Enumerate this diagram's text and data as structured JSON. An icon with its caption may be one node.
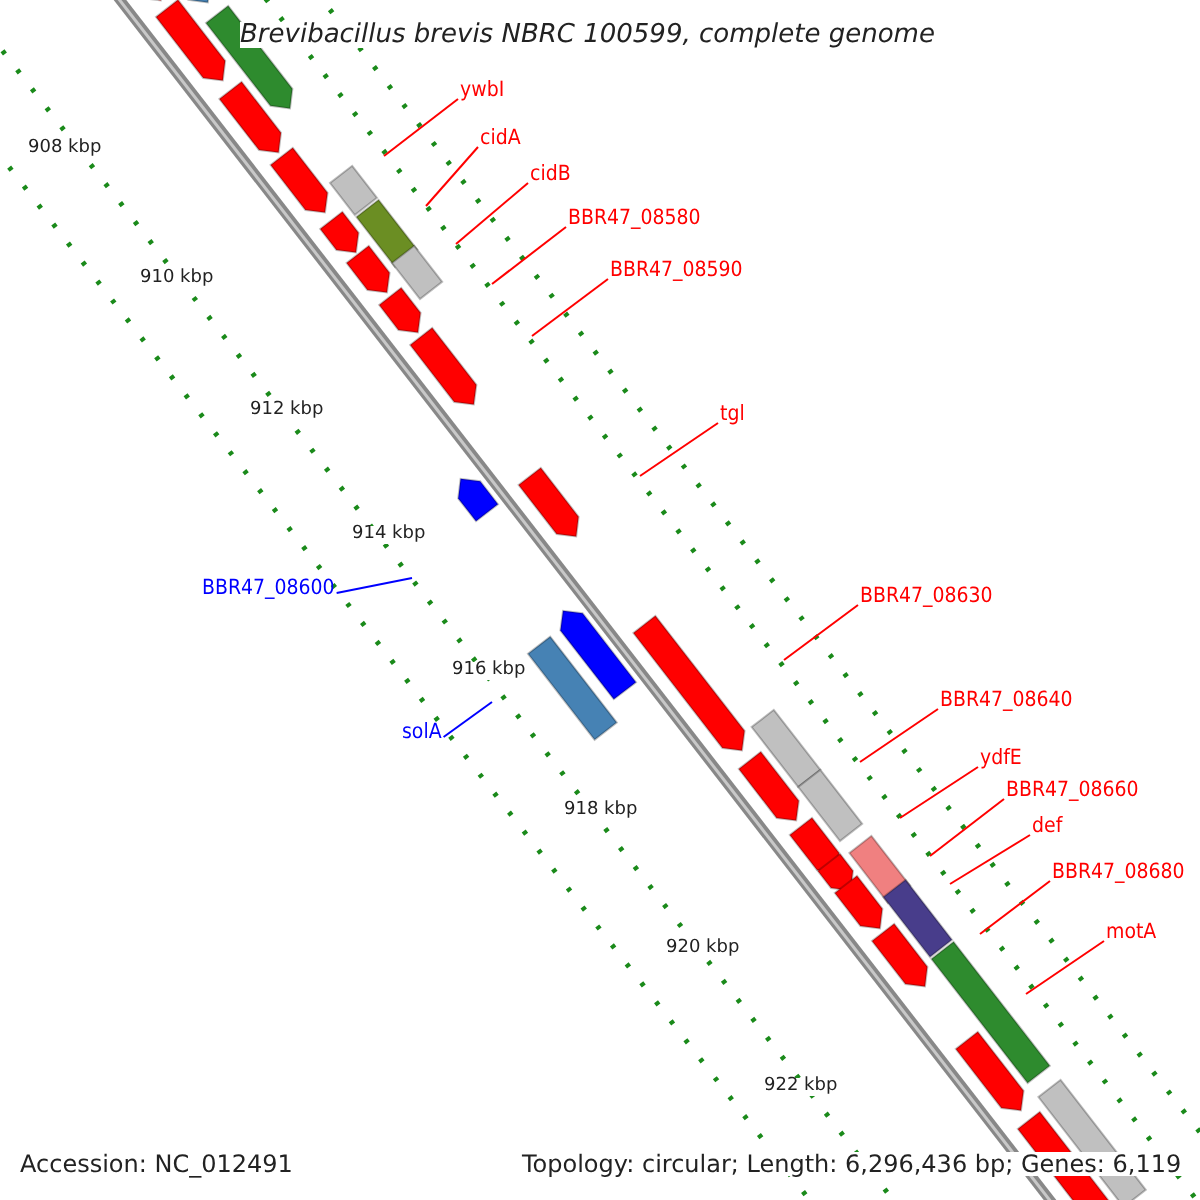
{
  "diagram": {
    "title": "Brevibacillus brevis NBRC 100599, complete genome",
    "nodes": [
      {
        "text": [
          "ywbI"
        ]
      },
      {
        "text": [
          "cidA"
        ]
      },
      {
        "text": [
          "cidB"
        ]
      },
      {
        "text": [
          "BBR47_08580"
        ]
      },
      {
        "text": [
          "BBR47_08590"
        ]
      },
      {
        "text": [
          "tgl"
        ]
      },
      {
        "text": [
          "BBR47_08600"
        ]
      },
      {
        "text": [
          "BBR47_08630"
        ]
      },
      {
        "text": [
          "solA"
        ]
      },
      {
        "text": [
          "BBR47_08640"
        ]
      },
      {
        "text": [
          "ydfE"
        ]
      },
      {
        "text": [
          "BBR47_08660"
        ]
      },
      {
        "text": [
          "def"
        ]
      },
      {
        "text": [
          "BBR47_08680"
        ]
      },
      {
        "text": [
          "motA"
        ]
      }
    ],
    "edges": [
      {
        "from": 0,
        "to": null,
        "arrow": "none"
      },
      {
        "from": 1,
        "to": null,
        "arrow": "none"
      },
      {
        "from": 2,
        "to": null,
        "arrow": "none"
      },
      {
        "from": 3,
        "to": null,
        "arrow": "none"
      },
      {
        "from": 4,
        "to": null,
        "arrow": "none"
      },
      {
        "from": 5,
        "to": null,
        "arrow": "none"
      },
      {
        "from": 6,
        "to": null,
        "arrow": "none",
        "color": "#0000ff"
      },
      {
        "from": 7,
        "to": null,
        "arrow": "none"
      },
      {
        "from": 8,
        "to": null,
        "arrow": "none",
        "color": "#0000ff"
      },
      {
        "from": 9,
        "to": null,
        "arrow": "none"
      },
      {
        "from": 10,
        "to": null,
        "arrow": "none"
      },
      {
        "from": 11,
        "to": null,
        "arrow": "none"
      },
      {
        "from": 12,
        "to": null,
        "arrow": "none"
      },
      {
        "from": 13,
        "to": null,
        "arrow": "none"
      },
      {
        "from": 14,
        "to": null,
        "arrow": "none"
      }
    ],
    "labels": [
      "908 kbp",
      "910 kbp",
      "912 kbp",
      "914 kbp",
      "916 kbp",
      "918 kbp",
      "920 kbp",
      "922 kbp",
      "Accession: NC_012491",
      "Topology: circular; Length: 6,296,436 bp; Genes: 6,119"
    ]
  }
}
